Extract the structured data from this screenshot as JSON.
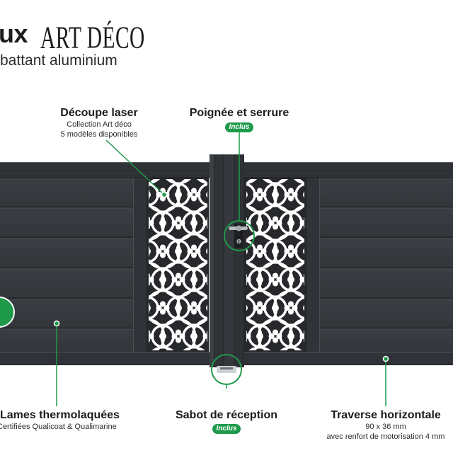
{
  "header": {
    "title_fragment": "ux",
    "collection_name": "ART DÉCO",
    "subtitle_fragment": "battant aluminium"
  },
  "callouts": {
    "laser_cut": {
      "title": "Découpe laser",
      "details": [
        "Collection Art déco",
        "5 modèles disponibles"
      ]
    },
    "handle_lock": {
      "title": "Poignée et serrure",
      "badge": "Inclus"
    },
    "slats": {
      "title": "Lames thermolaquées",
      "details": [
        "Certifiées Qualicoat & Qualimarine"
      ]
    },
    "receiving_shoe": {
      "title": "Sabot de réception",
      "badge": "Inclus"
    },
    "horizontal_rail": {
      "title": "Traverse horizontale",
      "details": [
        "90 x 36 mm",
        "avec renfort de motorisation 4 mm"
      ]
    }
  },
  "colors": {
    "accent_green": "#1f9a4b",
    "gate_anthracite": "#35383d",
    "laser_pattern": "#ffffff",
    "text": "#1b1b1b"
  }
}
